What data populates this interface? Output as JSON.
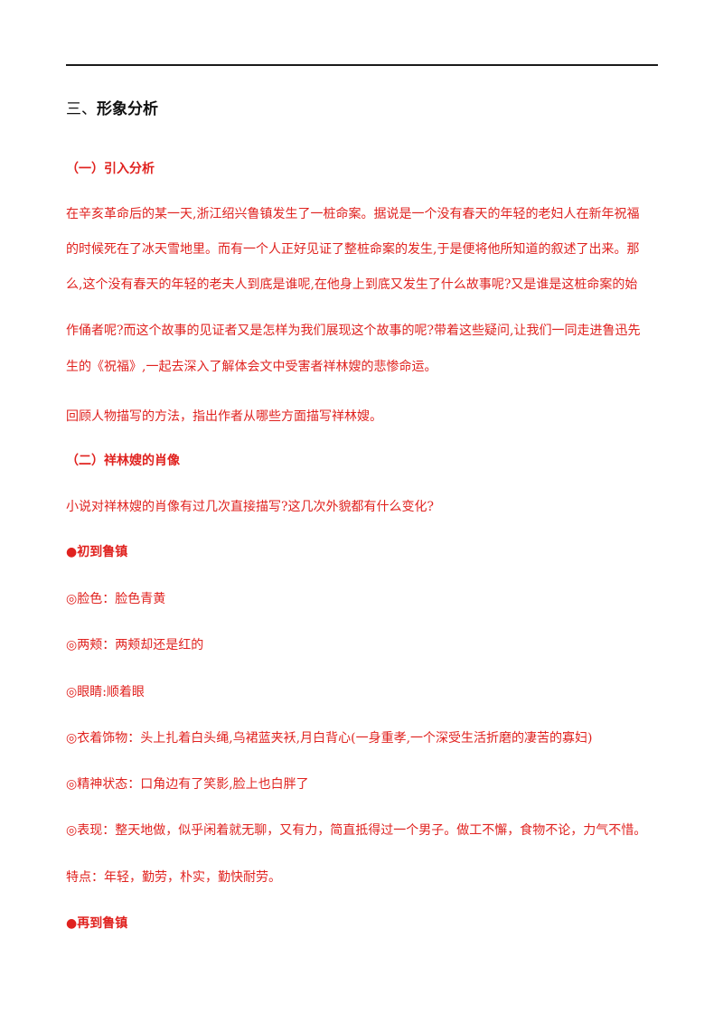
{
  "section": {
    "num": "三、",
    "title": "形象分析"
  },
  "intro": {
    "heading": "（一）引入分析",
    "para_lines": [
      "在辛亥革命后的某一天,浙江绍兴鲁镇发生了一桩命案。据说是一个没有春天的年轻的老妇人在新年祝福",
      "的时候死在了冰天雪地里。而有一个人正好见证了整桩命案的发生,于是便将他所知道的叙述了出来。那",
      "么,这个没有春天的年轻的老夫人到底是谁呢,在他身上到底又发生了什么故事呢?又是谁是这桩命案的始",
      "作俑者呢?而这个故事的见证者又是怎样为我们展现这个故事的呢?带着这些疑问,让我们一同走进鲁迅先",
      "生的《祝福》,一起去深入了解体会文中受害者祥林嫂的悲惨命运。"
    ],
    "task": "回顾人物描写的方法，指出作者从哪些方面描写祥林嫂。"
  },
  "portrait": {
    "heading": "（二）祥林嫂的肖像",
    "question": "小说对祥林嫂的肖像有过几次直接描写?这几次外貌都有什么变化?",
    "first": {
      "heading": "●初到鲁镇",
      "items": [
        "◎脸色：脸色青黄",
        "◎两颊：两颊却还是红的",
        "◎眼睛:顺着眼",
        "◎衣着饰物：头上扎着白头绳,乌裙蓝夹袄,月白背心(一身重孝,一个深受生活折磨的凄苦的寡妇)",
        "◎精神状态：口角边有了笑影,脸上也白胖了",
        "◎表现：整天地做，似乎闲着就无聊，又有力，简直抵得过一个男子。做工不懈，食物不论，力气不惜。"
      ],
      "trait": "特点：年轻，勤劳，朴实，勤快耐劳。"
    },
    "second": {
      "heading": "●再到鲁镇"
    }
  }
}
